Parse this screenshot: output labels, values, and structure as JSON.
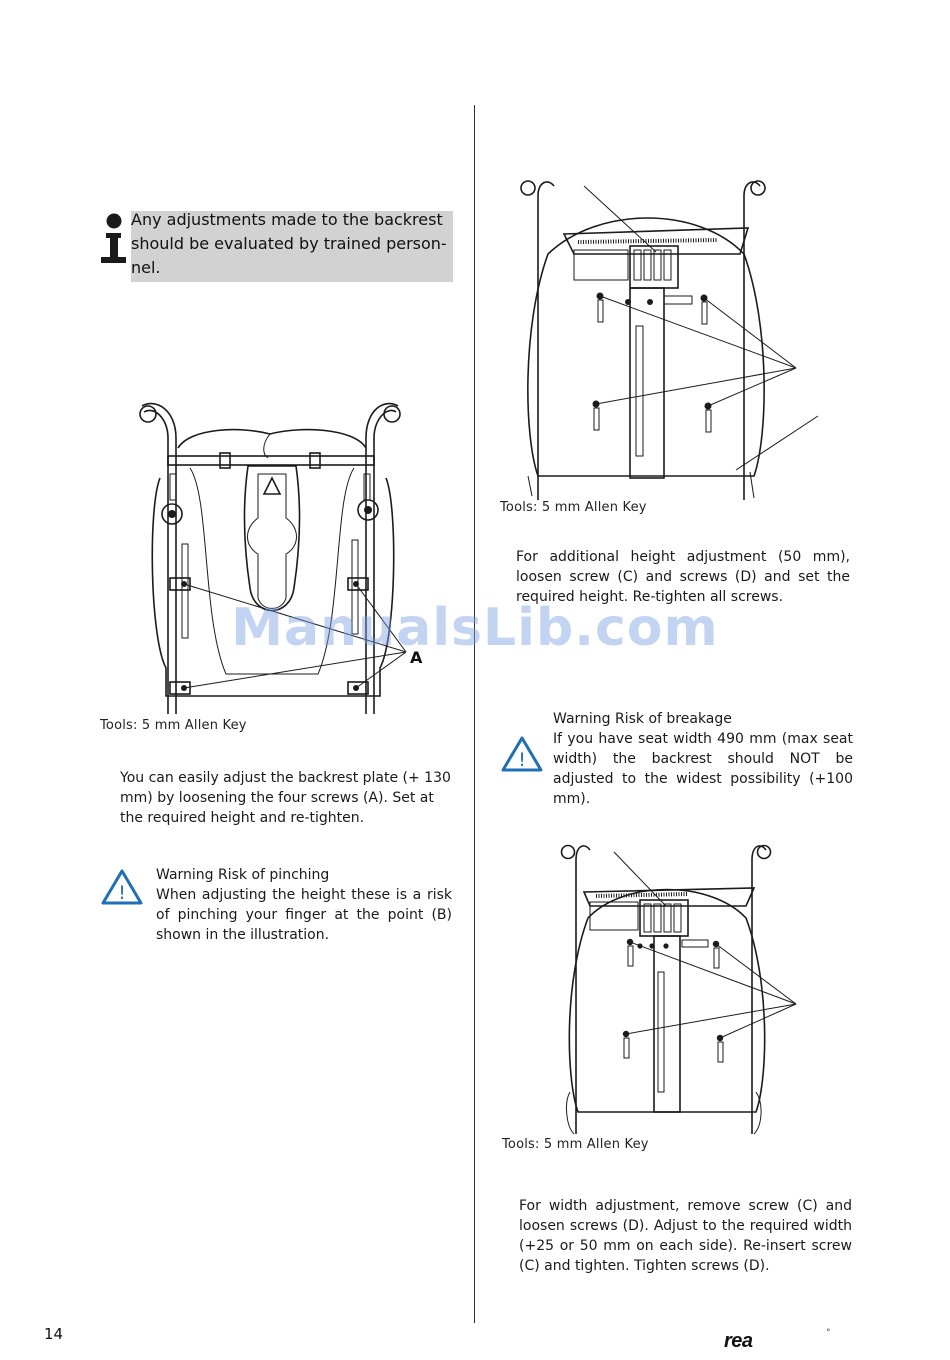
{
  "info_note": "Any adjustments made to the backrest should be evaluated by trained person-nel.",
  "watermark": "ManualsLib.com",
  "left": {
    "label_a": "A",
    "tools_caption": "Tools: 5 mm Allen Key",
    "instruction": "You can easily adjust the backrest plate (+ 130 mm) by loosening the four  screws (A). Set at the required height and re-tighten.",
    "warning_title": "Warning Risk of pinching",
    "warning_text": "When adjusting the height these is a risk of pinching your finger at the point (B) shown in the illustration."
  },
  "right": {
    "tools_caption_1": "Tools: 5 mm Allen Key",
    "instruction_1": "For additional height adjustment (50 mm), loosen screw (C) and screws (D) and set the required height. Re-tighten all screws.",
    "warning_title": "Warning Risk of breakage",
    "warning_text": "If you have seat width 490 mm (max seat width) the backrest should NOT be adjusted to the widest possibility (+100 mm).",
    "tools_caption_2": "Tools: 5 mm Allen Key",
    "instruction_2": "For width adjustment, remove screw (C) and loosen screws (D). Adjust to the required width (+25 or 50 mm on each side).  Re-insert screw (C) and tighten. Tighten screws (D)."
  },
  "footer": {
    "page_number": "14",
    "brand": "rea",
    "mark": "°"
  },
  "icons": {
    "info": "info-icon",
    "warning": "warning-triangle-icon",
    "warning_color": "#1f6fb4"
  }
}
